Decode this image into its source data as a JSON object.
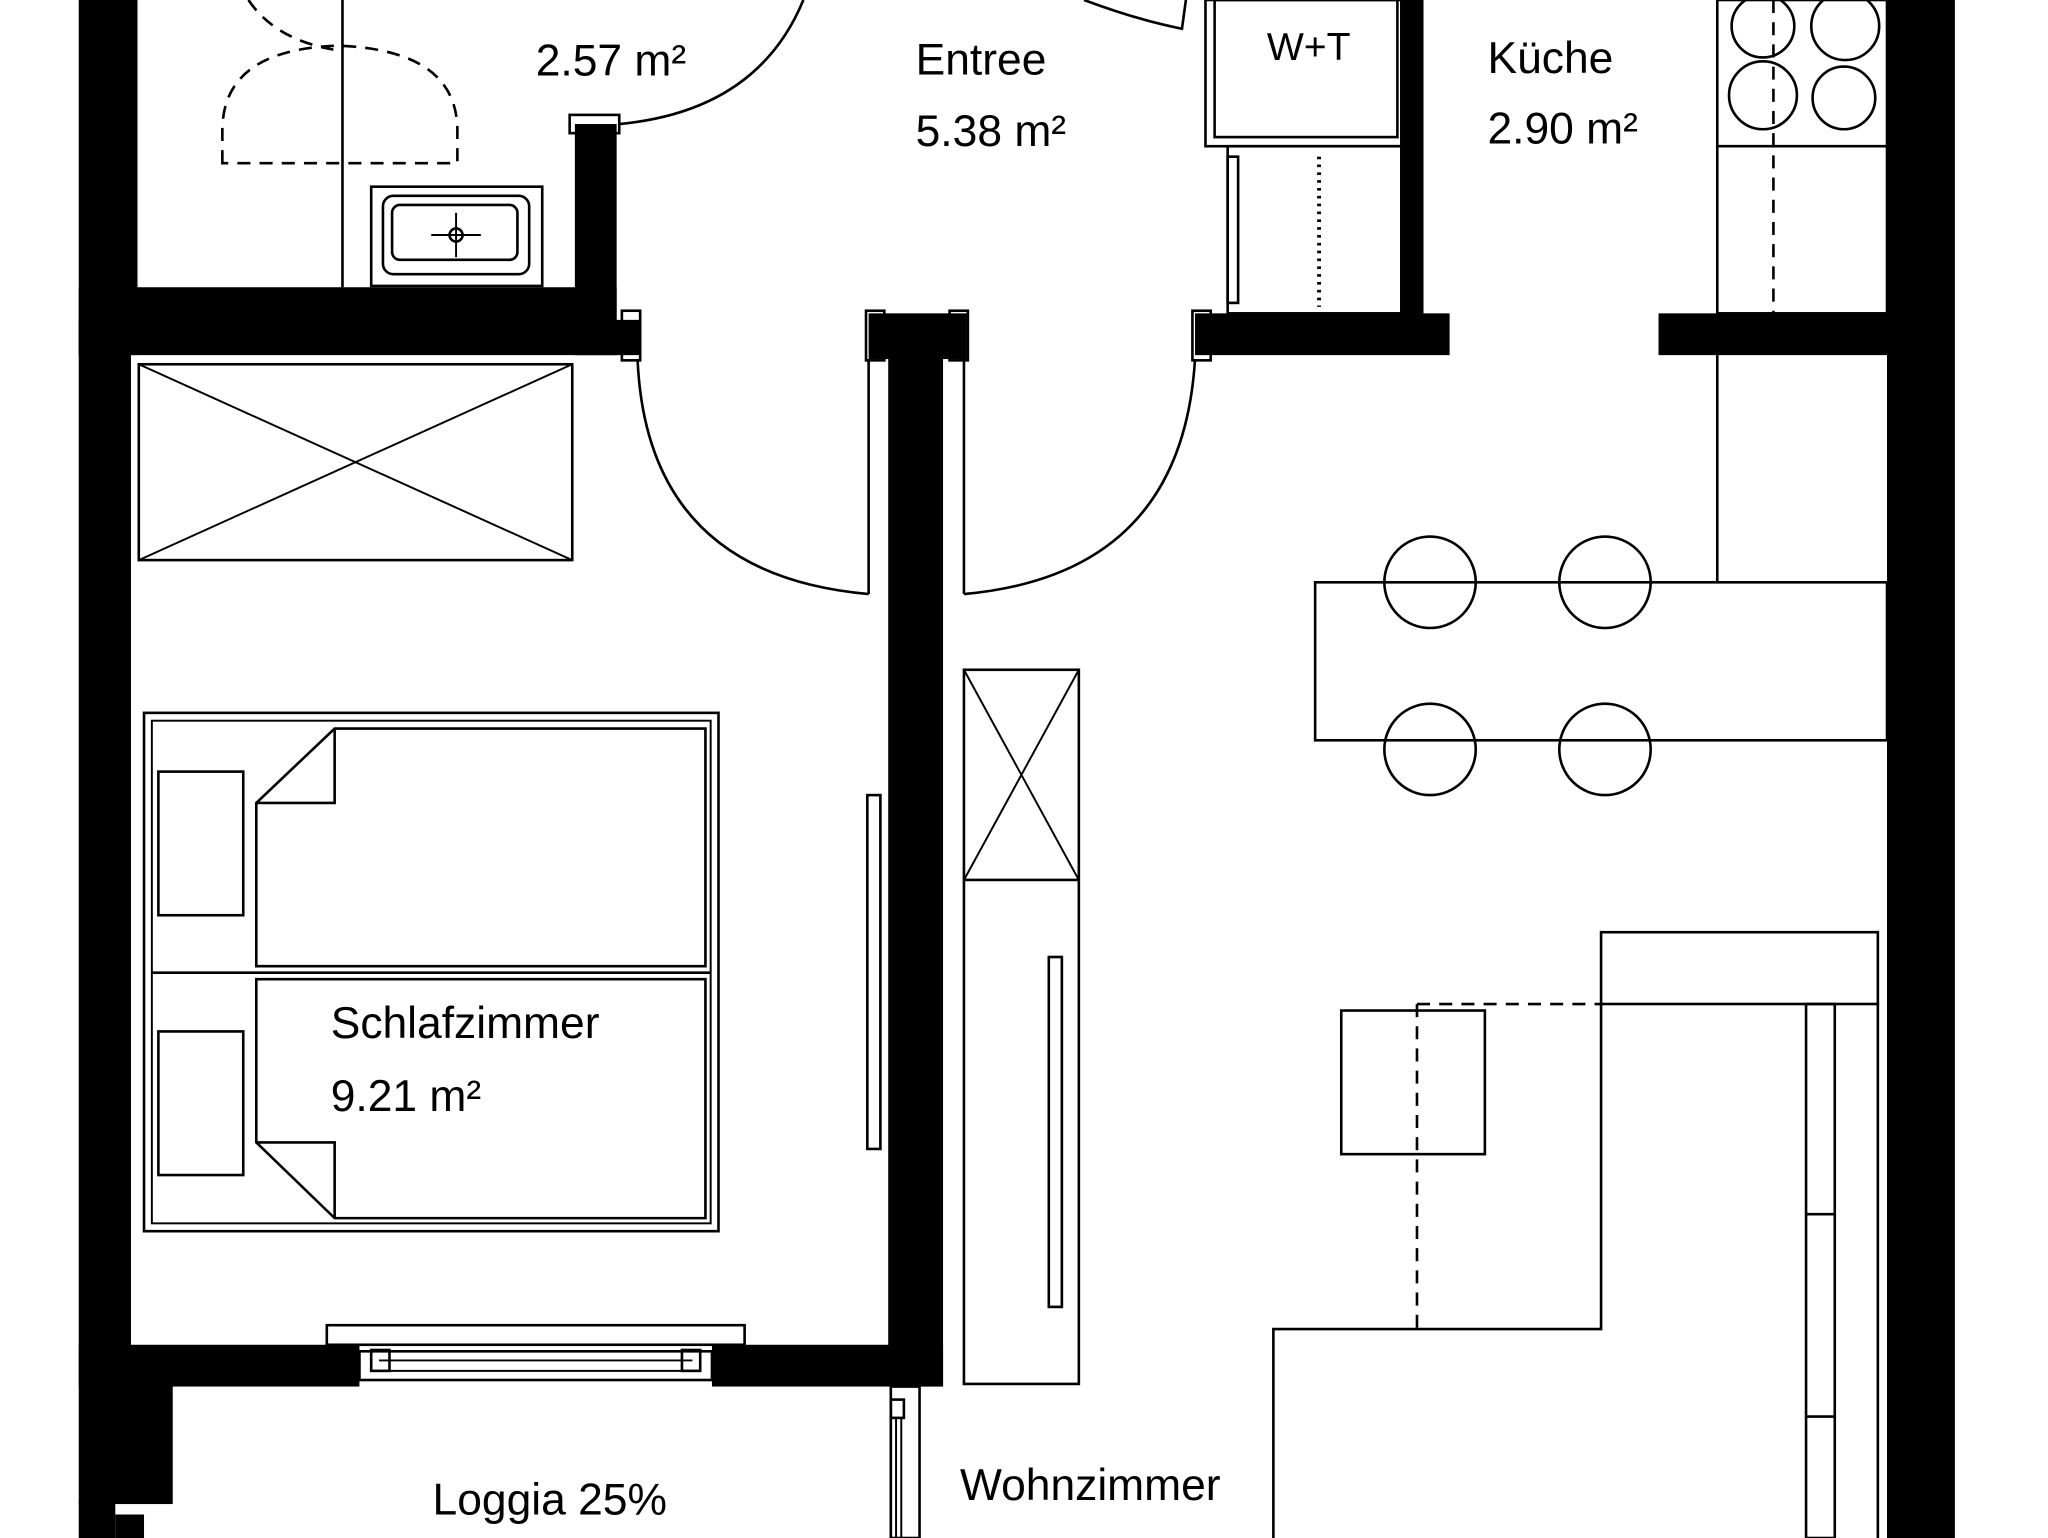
{
  "rooms": {
    "bath": {
      "area": "2.57 m²"
    },
    "entree": {
      "name": "Entree",
      "area": "5.38 m²"
    },
    "wt": {
      "name": "W+T"
    },
    "kueche": {
      "name": "Küche",
      "area": "2.90 m²"
    },
    "schlafzimmer": {
      "name": "Schlafzimmer",
      "area": "9.21 m²"
    },
    "loggia": {
      "name": "Loggia 25%"
    },
    "wohnzimmer": {
      "name": "Wohnzimmer"
    }
  },
  "colors": {
    "wall": "#000000",
    "background": "#ffffff"
  }
}
